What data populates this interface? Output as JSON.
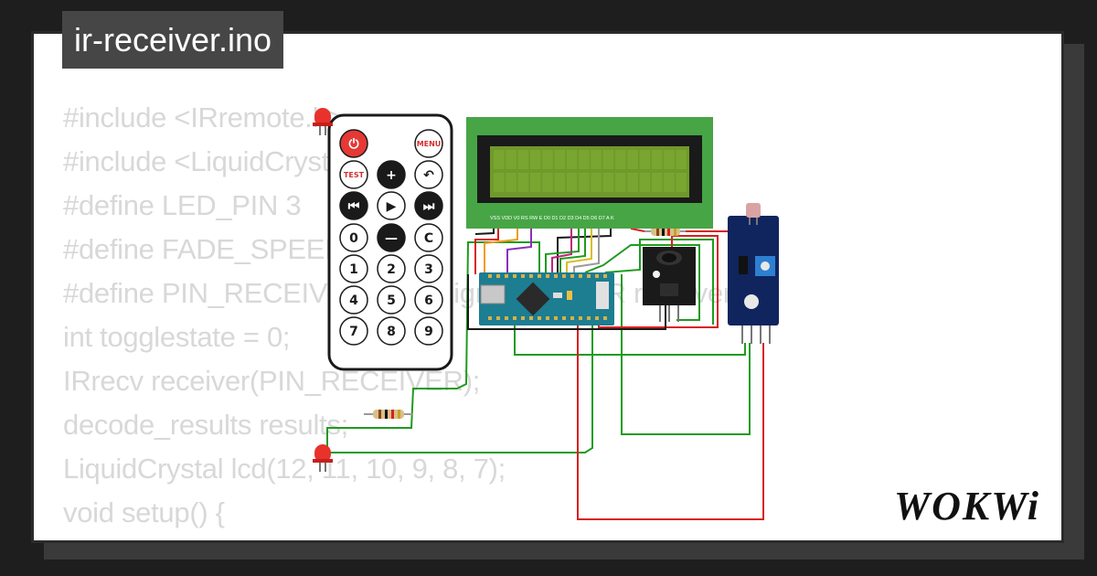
{
  "project": {
    "filename": "ir-receiver.ino"
  },
  "code_lines": [
    "#include <IRremote.h>",
    "#include <LiquidCrystal.h>",
    "#define LED_PIN 3",
    "#define FADE_SPEED 5",
    "#define PIN_RECEIVER 2   // Signal Pin of IR receiver",
    "int togglestate = 0;",
    "IRrecv receiver(PIN_RECEIVER);",
    "decode_results results;",
    "LiquidCrystal lcd(12, 11, 10, 9, 8, 7);",
    "",
    "void setup() {"
  ],
  "remote": {
    "buttons": [
      {
        "name": "power",
        "label": "⏻"
      },
      {
        "name": "menu",
        "label": "MENU"
      },
      {
        "name": "test",
        "label": "TEST"
      },
      {
        "name": "plus",
        "label": "+"
      },
      {
        "name": "back",
        "label": "↶"
      },
      {
        "name": "prev",
        "label": "⏮"
      },
      {
        "name": "play",
        "label": "▶"
      },
      {
        "name": "next",
        "label": "⏭"
      },
      {
        "name": "zero",
        "label": "0"
      },
      {
        "name": "minus",
        "label": "—"
      },
      {
        "name": "clear",
        "label": "C"
      },
      {
        "name": "one",
        "label": "1"
      },
      {
        "name": "two",
        "label": "2"
      },
      {
        "name": "three",
        "label": "3"
      },
      {
        "name": "four",
        "label": "4"
      },
      {
        "name": "five",
        "label": "5"
      },
      {
        "name": "six",
        "label": "6"
      },
      {
        "name": "seven",
        "label": "7"
      },
      {
        "name": "eight",
        "label": "8"
      },
      {
        "name": "nine",
        "label": "9"
      }
    ]
  },
  "lcd": {
    "pin_labels": "VSS VDD V0 RS RW E D0 D1 D2 D3 D4 D5 D6 D7 A K"
  },
  "brand": {
    "logo_text": "WOKWi"
  },
  "colors": {
    "background": "#1e1e1e",
    "card": "#ffffff",
    "code_text": "#d8d8d8",
    "badge": "#464646",
    "arduino_board": "#1d7d91",
    "lcd_frame": "#47a546",
    "lcd_screen": "#6f9a2b",
    "wire_red": "#d82020",
    "wire_green": "#1f9b1f",
    "wire_black": "#1a1a1a"
  }
}
